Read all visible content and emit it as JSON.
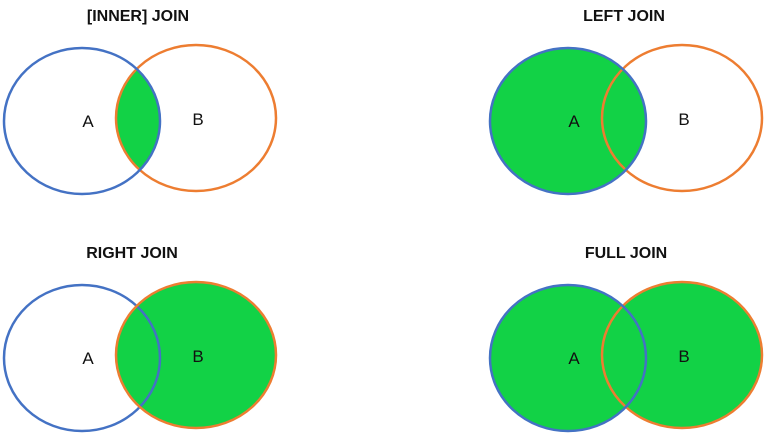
{
  "colors": {
    "set_a_stroke": "#4472c4",
    "set_b_stroke": "#ed7d31",
    "highlight_fill": "#12d246",
    "background": "#ffffff"
  },
  "panels": [
    {
      "title": "[INNER] JOIN",
      "label_a": "A",
      "label_b": "B",
      "highlight": "intersection"
    },
    {
      "title": "LEFT JOIN",
      "label_a": "A",
      "label_b": "B",
      "highlight": "a"
    },
    {
      "title": "RIGHT JOIN",
      "label_a": "A",
      "label_b": "B",
      "highlight": "b"
    },
    {
      "title": "FULL JOIN",
      "label_a": "A",
      "label_b": "B",
      "highlight": "union"
    }
  ]
}
